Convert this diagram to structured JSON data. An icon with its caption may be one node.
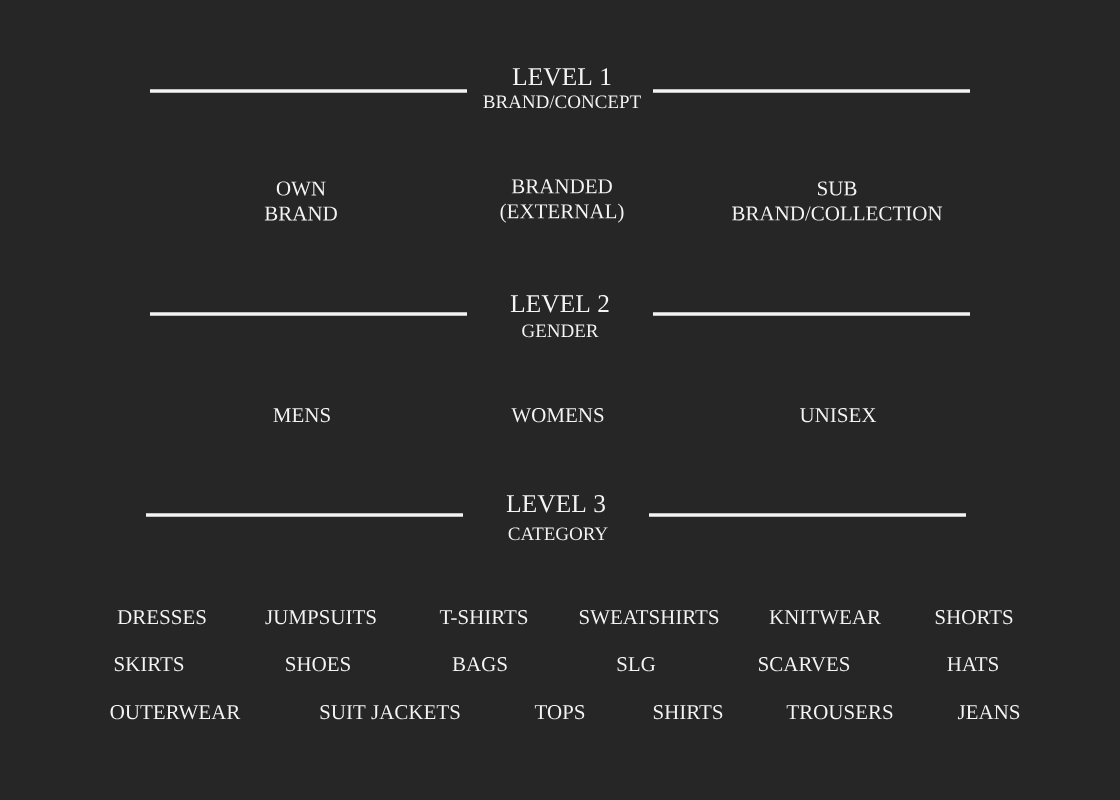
{
  "diagram": {
    "labels": [
      "LEVEL 1",
      "BRAND/CONCEPT",
      "OWN BRAND",
      "BRANDED (EXTERNAL)",
      "SUB BRAND/COLLECTION",
      "LEVEL 2",
      "GENDER",
      "MENS",
      "WOMENS",
      "UNISEX",
      "LEVEL 3",
      "CATEGORY",
      "DRESSES",
      "JUMPSUITS",
      "T-SHIRTS",
      "SWEATSHIRTS",
      "KNITWEAR",
      "SHORTS",
      "SKIRTS",
      "SHOES",
      "BAGS",
      "SLG",
      "SCARVES",
      "HATS",
      "OUTERWEAR",
      "SUIT JACKETS",
      "TOPS",
      "SHIRTS",
      "TROUSERS",
      "JEANS"
    ]
  }
}
